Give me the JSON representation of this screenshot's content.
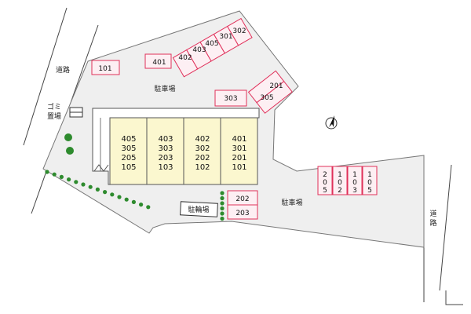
{
  "colors": {
    "site_fill": "#efefef",
    "site_stroke": "#777777",
    "stall_fill": "#fdeff3",
    "stall_stroke": "#e0305a",
    "building_fill": "#fbf7cf",
    "building_stroke": "#555555",
    "tree": "#2e8b2e"
  },
  "labels": {
    "road_left": "道路",
    "road_right": "道路",
    "garbage": "ゴミ\n置場",
    "parking_top": "駐車場",
    "parking_right": "駐車場",
    "bike_parking": "駐輪場"
  },
  "building_units": [
    [
      "405",
      "305",
      "205",
      "105"
    ],
    [
      "403",
      "303",
      "203",
      "103"
    ],
    [
      "402",
      "302",
      "202",
      "102"
    ],
    [
      "401",
      "301",
      "201",
      "101"
    ]
  ],
  "parking_stalls": {
    "top_row": [
      "402",
      "403",
      "405",
      "301",
      "302"
    ],
    "single": [
      "101",
      "303",
      "202",
      "203"
    ],
    "corner": [
      "201",
      "305"
    ],
    "right_vertical": [
      "205",
      "102",
      "103",
      "105"
    ]
  },
  "icons": [
    "north-arrow-icon",
    "garbage-shed-icon",
    "tree-icon"
  ]
}
